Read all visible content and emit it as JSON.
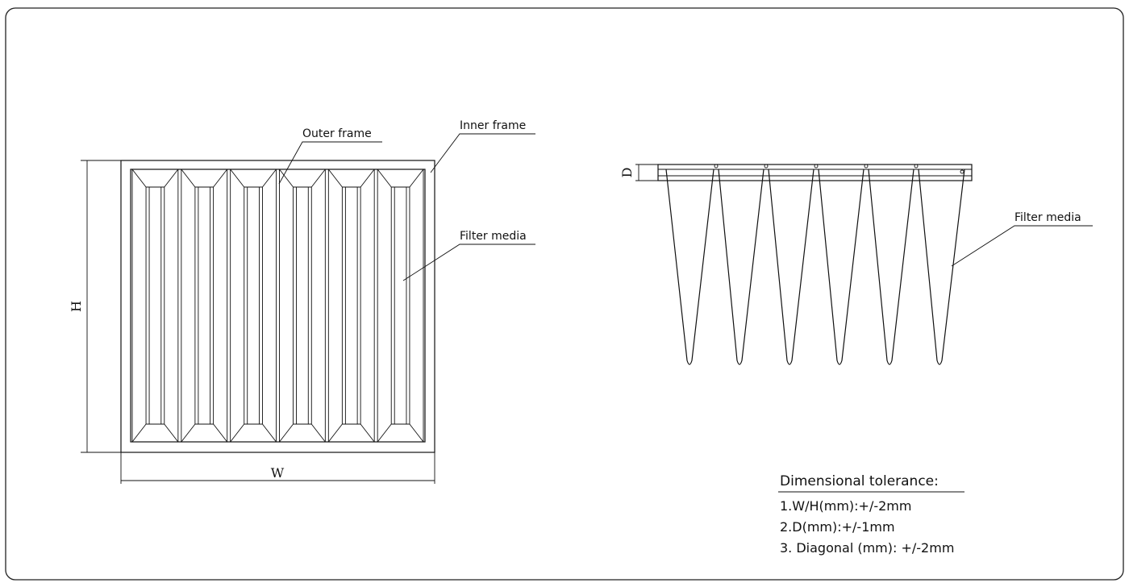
{
  "front_view": {
    "label_outer_frame": "Outer frame",
    "label_inner_frame": "Inner frame",
    "label_filter_media": "Filter media",
    "dim_height": "H",
    "dim_width": "W",
    "pocket_count": 6
  },
  "side_view": {
    "label_filter_media": "Filter media",
    "dim_depth": "D",
    "pocket_count": 6
  },
  "tolerance": {
    "title": "Dimensional tolerance:",
    "items": [
      "1.W/H(mm):+/-2mm",
      "2.D(mm):+/-1mm",
      "3. Diagonal (mm): +/-2mm"
    ]
  }
}
